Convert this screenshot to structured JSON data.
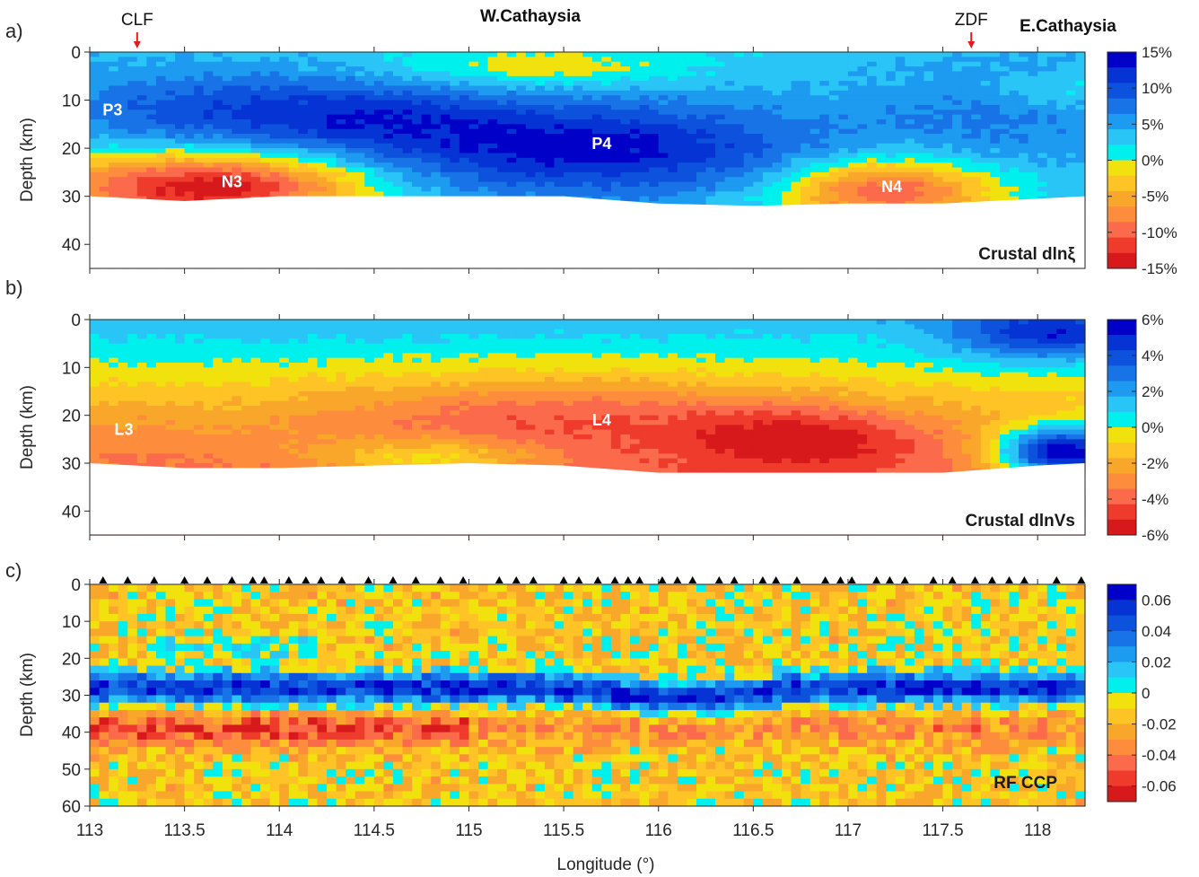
{
  "header": {
    "west_title": "W.Cathaysia",
    "east_title": "E.Cathaysia",
    "faults": [
      {
        "name": "CLF",
        "lon": 113.25
      },
      {
        "name": "ZDF",
        "lon": 117.65
      }
    ]
  },
  "colors": {
    "diverging": [
      "#d7191c",
      "#ef3b2c",
      "#fb6a4a",
      "#fd8d3c",
      "#f9a72a",
      "#fec325",
      "#f1e20d",
      "#00f0ee",
      "#29c5f6",
      "#1d9bf0",
      "#1874e6",
      "#0d52dc",
      "#0634d4",
      "#0000c8"
    ]
  },
  "chart_data": [
    {
      "panel": "a)",
      "type": "heatmap",
      "title": "Crustal dlnξ",
      "xlabel": "",
      "ylabel": "Depth (km)",
      "xlim": [
        113,
        118.25
      ],
      "ylim": [
        0,
        45
      ],
      "yticks": [
        0,
        10,
        20,
        30,
        40
      ],
      "colorbar": {
        "range": [
          -15,
          15
        ],
        "ticks": [
          "15%",
          "10%",
          "5%",
          "0%",
          "-5%",
          "-10%",
          "-15%"
        ]
      },
      "moho": [
        [
          113,
          30
        ],
        [
          113.5,
          31
        ],
        [
          114,
          30
        ],
        [
          114.5,
          30
        ],
        [
          115,
          30
        ],
        [
          115.5,
          30
        ],
        [
          116,
          31.5
        ],
        [
          116.5,
          32
        ],
        [
          117,
          31.5
        ],
        [
          117.5,
          31.5
        ],
        [
          118,
          30.5
        ],
        [
          118.25,
          30
        ]
      ],
      "anomalies": [
        {
          "label": "P3",
          "lon": 113.12,
          "depth": 12,
          "value": 8
        },
        {
          "label": "P4",
          "lon": 115.7,
          "depth": 19,
          "value": 13
        },
        {
          "label": "N3",
          "lon": 113.75,
          "depth": 27,
          "value": -8
        },
        {
          "label": "N4",
          "lon": 117.23,
          "depth": 28,
          "value": -8
        }
      ]
    },
    {
      "panel": "b)",
      "type": "heatmap",
      "title": "Crustal dlnVs",
      "xlabel": "",
      "ylabel": "Depth (km)",
      "xlim": [
        113,
        118.25
      ],
      "ylim": [
        0,
        45
      ],
      "yticks": [
        0,
        10,
        20,
        30,
        40
      ],
      "colorbar": {
        "range": [
          -6,
          6
        ],
        "ticks": [
          "6%",
          "4%",
          "2%",
          "0%",
          "-2%",
          "-4%",
          "-6%"
        ]
      },
      "moho": [
        [
          113,
          30
        ],
        [
          113.5,
          31
        ],
        [
          114,
          31
        ],
        [
          114.5,
          30.5
        ],
        [
          115,
          30
        ],
        [
          115.5,
          30.5
        ],
        [
          116,
          32
        ],
        [
          116.5,
          32
        ],
        [
          117,
          32
        ],
        [
          117.5,
          32
        ],
        [
          118,
          30.5
        ],
        [
          118.25,
          30
        ]
      ],
      "anomalies": [
        {
          "label": "L3",
          "lon": 113.18,
          "depth": 23,
          "value": -2.5
        },
        {
          "label": "L4",
          "lon": 115.7,
          "depth": 21,
          "value": -4
        }
      ]
    },
    {
      "panel": "c)",
      "type": "heatmap",
      "title": "RF CCP",
      "xlabel": "Longitude (°)",
      "ylabel": "Depth (km)",
      "xlim": [
        113,
        118.25
      ],
      "ylim": [
        0,
        60
      ],
      "yticks": [
        0,
        10,
        20,
        30,
        40,
        50,
        60
      ],
      "xticks": [
        "113",
        "113.5",
        "114",
        "114.5",
        "115",
        "115.5",
        "116",
        "116.5",
        "117",
        "117.5",
        "118"
      ],
      "colorbar": {
        "range": [
          -0.07,
          0.07
        ],
        "ticks": [
          "0.06",
          "0.04",
          "0.02",
          "0",
          "-0.02",
          "-0.04",
          "-0.06"
        ]
      },
      "stations_lon": [
        113.07,
        113.2,
        113.34,
        113.5,
        113.62,
        113.75,
        113.86,
        113.92,
        114.05,
        114.14,
        114.22,
        114.33,
        114.47,
        114.6,
        114.72,
        114.85,
        114.97,
        115.16,
        115.25,
        115.34,
        115.5,
        115.58,
        115.68,
        115.77,
        115.84,
        115.9,
        116.02,
        116.1,
        116.18,
        116.32,
        116.4,
        116.55,
        116.62,
        116.73,
        116.88,
        116.96,
        117.02,
        117.15,
        117.22,
        117.3,
        117.45,
        117.55,
        117.67,
        117.76,
        117.85,
        117.93,
        118.1,
        118.23
      ]
    }
  ]
}
